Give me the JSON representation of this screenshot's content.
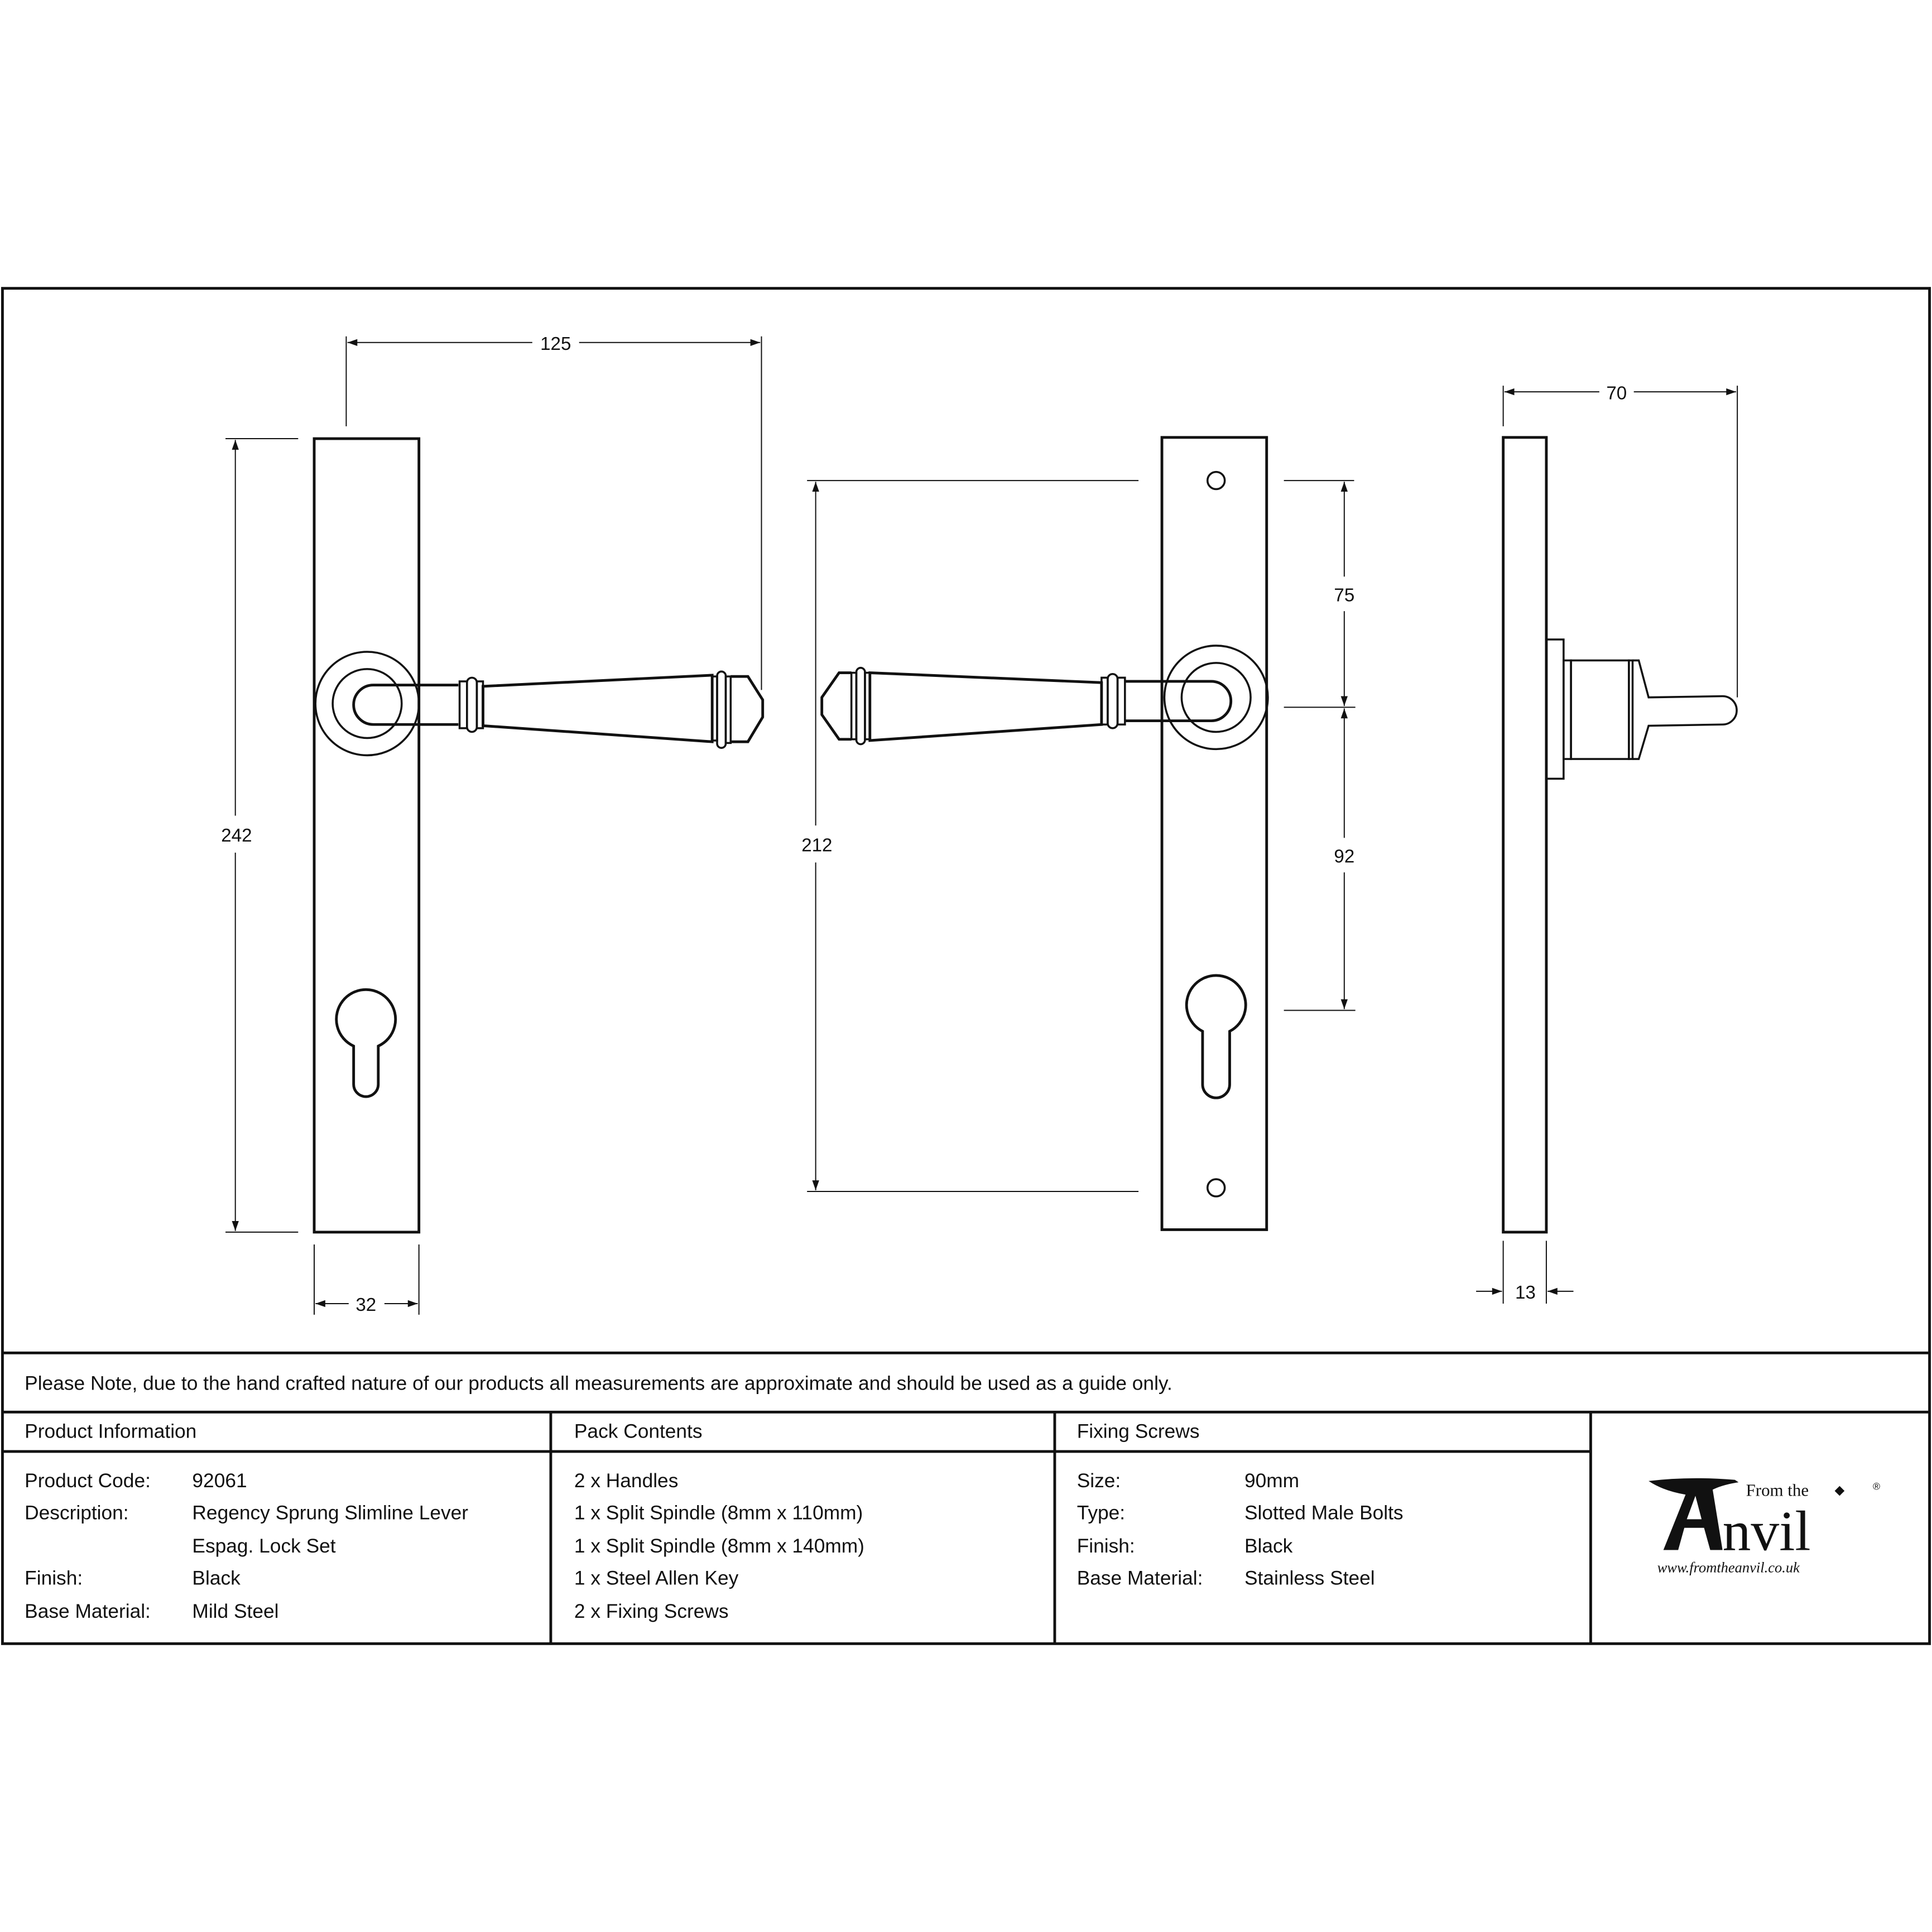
{
  "drawing": {
    "dimensions": {
      "lever_projection_front": "125",
      "backplate_height": "242",
      "backplate_width": "32",
      "screw_hole_centres": "212",
      "top_hole_to_spindle": "75",
      "spindle_to_cylinder": "92",
      "lever_projection_side": "70",
      "plate_thickness": "13"
    },
    "views": [
      "front-view-lever-right",
      "front-view-lever-left",
      "side-view"
    ]
  },
  "note": "Please Note, due to the hand crafted nature of our products all measurements are approximate and should be used as a guide only.",
  "product_information": {
    "heading": "Product Information",
    "rows": [
      {
        "label": "Product Code:",
        "value": "92061"
      },
      {
        "label": "Description:",
        "value": "Regency Sprung Slimline Lever"
      },
      {
        "label": "",
        "value": "Espag. Lock Set"
      },
      {
        "label": "Finish:",
        "value": "Black"
      },
      {
        "label": "Base Material:",
        "value": "Mild Steel"
      }
    ]
  },
  "pack_contents": {
    "heading": "Pack Contents",
    "items": [
      "2 x Handles",
      "1 x Split Spindle (8mm x 110mm)",
      "1 x Split Spindle (8mm x 140mm)",
      "1 x Steel Allen Key",
      "2 x Fixing Screws"
    ]
  },
  "fixing_screws": {
    "heading": "Fixing Screws",
    "rows": [
      {
        "label": "Size:",
        "value": "90mm"
      },
      {
        "label": "Type:",
        "value": "Slotted Male Bolts"
      },
      {
        "label": "Finish:",
        "value": "Black"
      },
      {
        "label": "Base Material:",
        "value": "Stainless Steel"
      }
    ]
  },
  "logo": {
    "tagline": "From the",
    "brand": "nvil",
    "brand_initial": "A",
    "registered": "®",
    "url": "www.fromtheanvil.co.uk"
  },
  "colors": {
    "line": "#111111",
    "background": "#ffffff"
  }
}
